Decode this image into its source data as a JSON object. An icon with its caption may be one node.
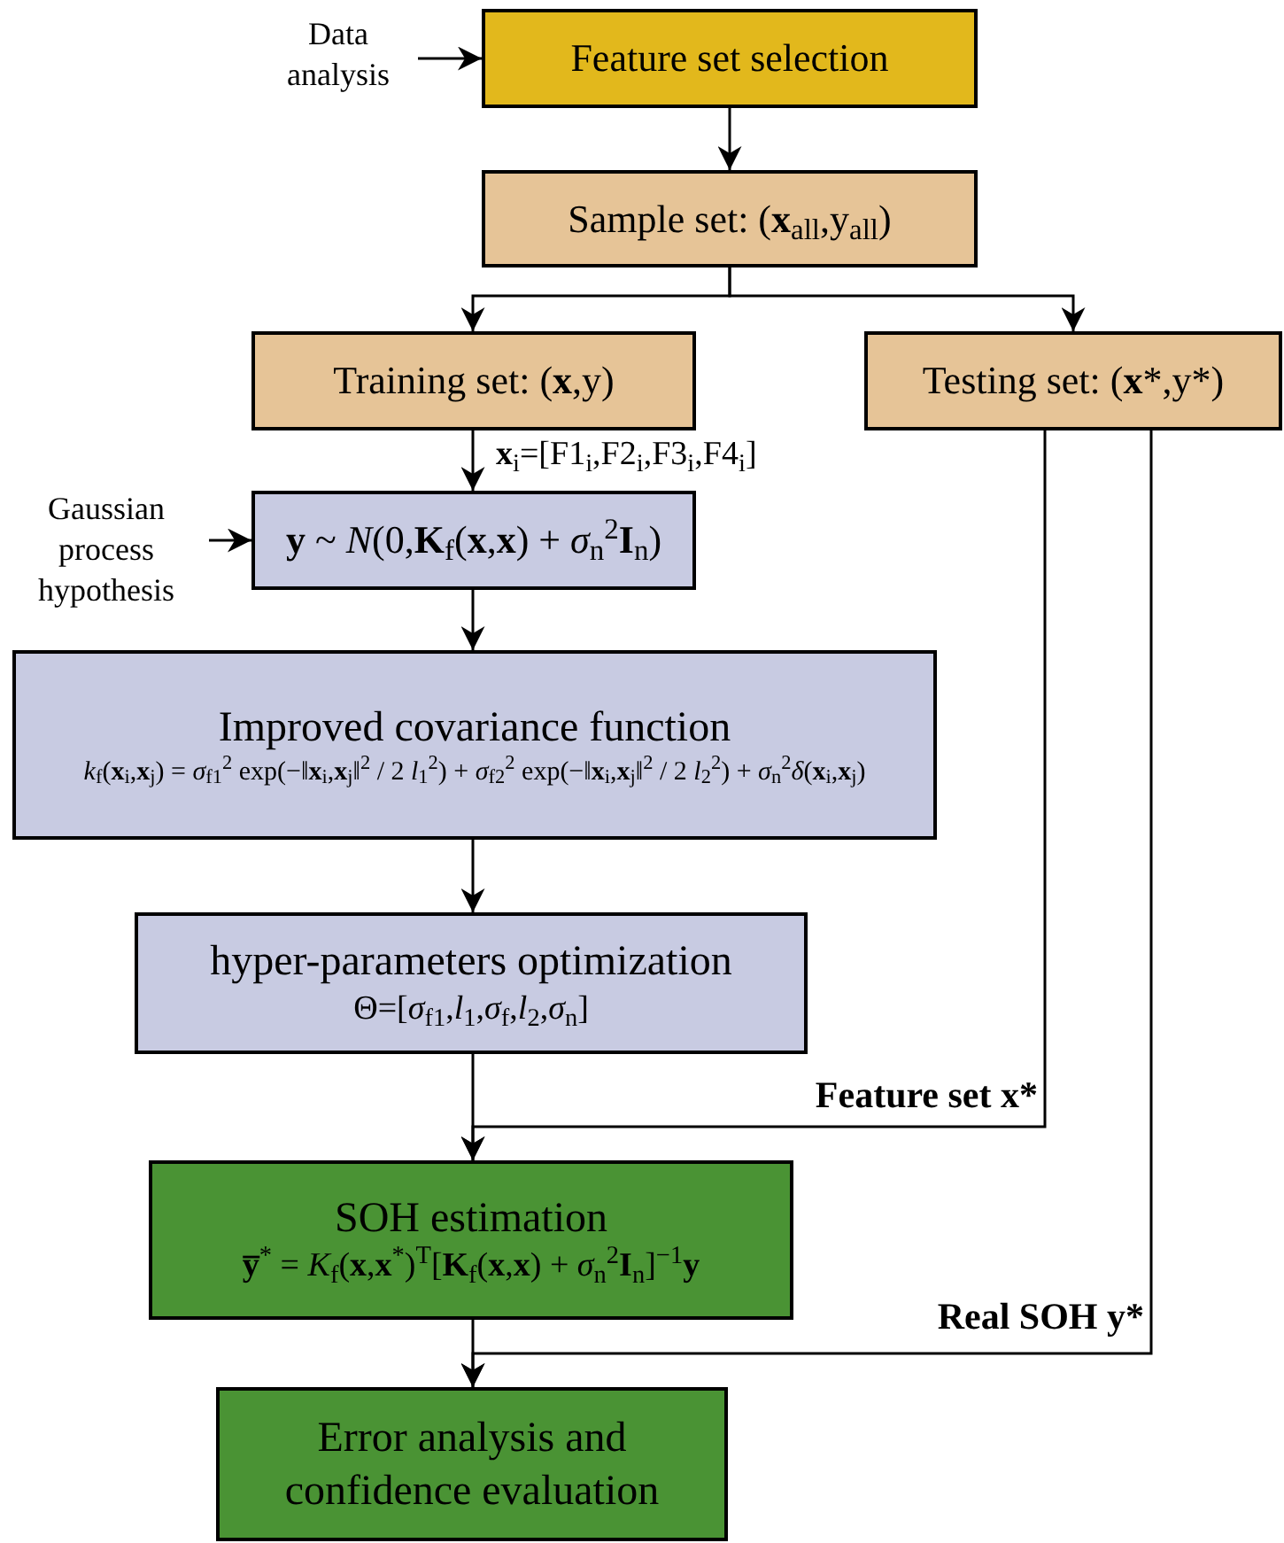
{
  "diagram": {
    "nodes": [
      {
        "text": [
          "Data analysis"
        ]
      },
      {
        "text": [
          "Feature set selection"
        ]
      },
      {
        "text": [
          "Sample set: (**x**$_{all}$,y$_{all}$)"
        ]
      },
      {
        "text": [
          "Training set: (**x**,y)"
        ]
      },
      {
        "text": [
          "Testing set: (**x***,y*)"
        ]
      },
      {
        "text": [
          "Gaussian process hypothesis"
        ]
      },
      {
        "text": [
          "**y** ~ *N*(0,**K**$_{f}$(**x**,**x**) + *σ*$_{n}$$^{2}$**I**$_{n}$)"
        ]
      },
      {
        "text": [
          "Improved covariance function",
          "*k*$_{f}$(**x**$_{i}$,**x**$_{j}$) = *σ*$_{f1}$$^{2}$ exp(−‖**x**$_{i}$,**x**$_{j}$‖$^{2}$ / 2 *l*$_{1}$$^{2}$) + *σ*$_{f2}$$^{2}$ exp(−‖**x**$_{i}$,**x**$_{j}$‖$^{2}$ / 2 *l*$_{2}$$^{2}$) + *σ*$_{n}$$^{2}$*δ*(**x**$_{i}$,**x**$_{j}$)"
        ]
      },
      {
        "text": [
          "hyper-parameters optimization",
          "Θ=[*σ*$_{f1}$,*l*$_{1}$,*σ*$_{f}$,*l*$_{2}$,*σ*$_{n}$]"
        ]
      },
      {
        "text": [
          "SOH estimation",
          "**y̅**$^{*}$ = *K*$_{f}$(**x**,**x**$^{*}$)$^{T}$[**K**$_{f}$(**x**,**x**) + *σ*$_{n}$$^{2}$**I**$_{n}$]$^{−1}$**y**"
        ]
      },
      {
        "text": [
          "Error analysis and confidence evaluation"
        ]
      }
    ],
    "edges": [
      {
        "from": 0,
        "to": 1,
        "arrow": "to"
      },
      {
        "from": 1,
        "to": 2,
        "arrow": "to"
      },
      {
        "from": 2,
        "to": 3,
        "arrow": "to"
      },
      {
        "from": 2,
        "to": 4,
        "arrow": "to"
      },
      {
        "from": 3,
        "to": 6,
        "arrow": "to",
        "label": "**x**$_{i}$=[F1$_{i}$,F2$_{i}$,F3$_{i}$,F4$_{i}$]"
      },
      {
        "from": 5,
        "to": 6,
        "arrow": "to"
      },
      {
        "from": 6,
        "to": 7,
        "arrow": "to"
      },
      {
        "from": 7,
        "to": 8,
        "arrow": "to"
      },
      {
        "from": 8,
        "to": 9,
        "arrow": "to"
      },
      {
        "from": 4,
        "to": 9,
        "arrow": "to",
        "label": "Feature set x*"
      },
      {
        "from": 9,
        "to": 10,
        "arrow": "to"
      },
      {
        "from": 4,
        "to": 10,
        "arrow": "to",
        "label": "Real SOH y*"
      }
    ]
  }
}
